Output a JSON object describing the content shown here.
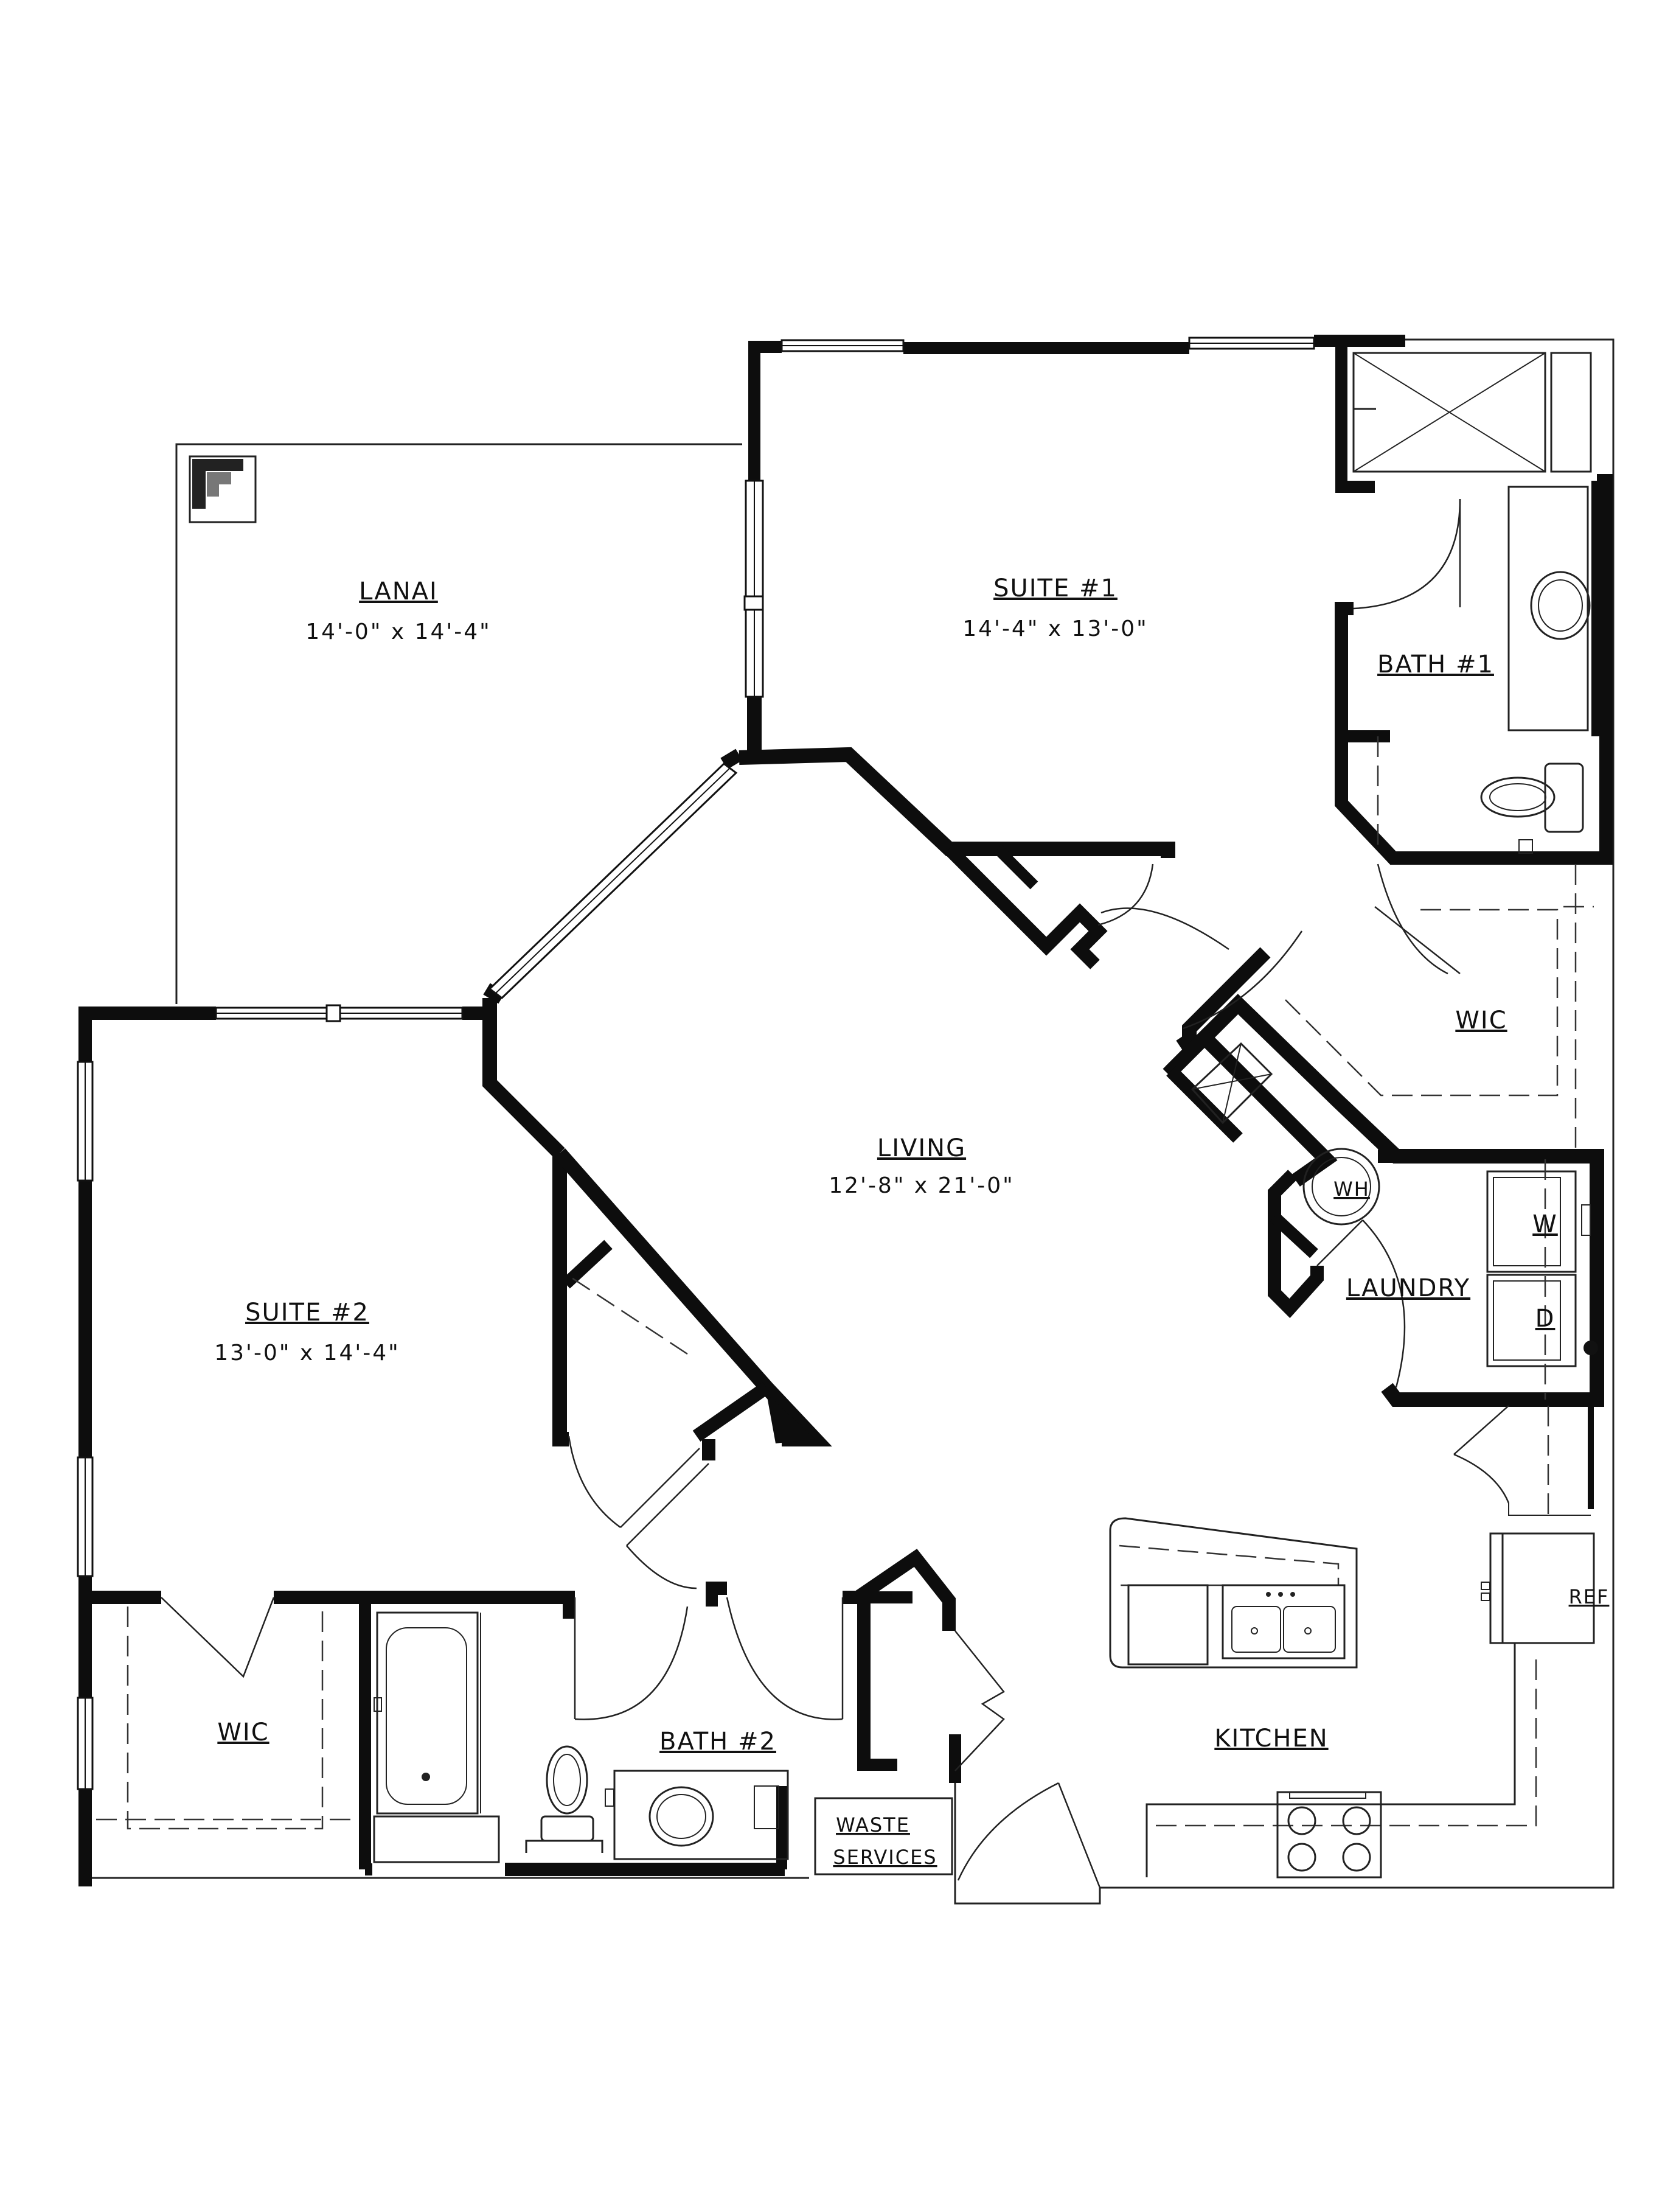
{
  "rooms": {
    "lanai": {
      "name": "LANAI",
      "size": "14'-0\" x 14'-4\""
    },
    "suite1": {
      "name": "SUITE #1",
      "size": "14'-4\" x 13'-0\""
    },
    "bath1": {
      "name": "BATH #1"
    },
    "wic1": {
      "name": "WIC"
    },
    "living": {
      "name": "LIVING",
      "size": "12'-8\" x 21'-0\""
    },
    "wh": {
      "name": "WH"
    },
    "laundry": {
      "name": "LAUNDRY"
    },
    "washer": {
      "name": "W"
    },
    "dryer": {
      "name": "D"
    },
    "suite2": {
      "name": "SUITE #2",
      "size": "13'-0\" x 14'-4\""
    },
    "wic2": {
      "name": "WIC"
    },
    "bath2": {
      "name": "BATH #2"
    },
    "kitchen": {
      "name": "KITCHEN"
    },
    "ref": {
      "name": "REF"
    },
    "waste": {
      "line1": "WASTE",
      "line2": "SERVICES"
    }
  }
}
